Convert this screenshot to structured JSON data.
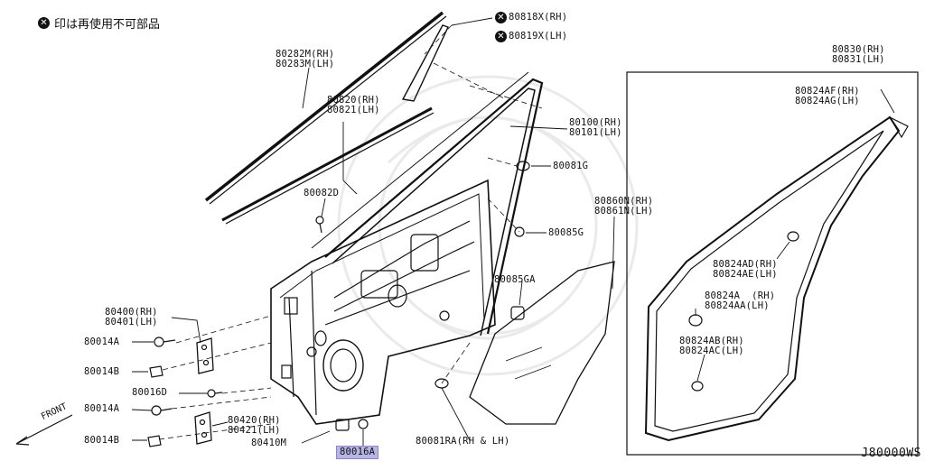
{
  "notice": {
    "text": "印は再使用不可部品",
    "icon": "x-circle-icon"
  },
  "diagram_code": "J80000WS",
  "front_label": "FRONT",
  "colors": {
    "line": "#111111",
    "highlight": "#b7b4e6",
    "background": "#ffffff"
  },
  "callouts": {
    "p80818x": "80818X(RH)",
    "p80819x": "80819X(LH)",
    "p80282m": "80282M(RH)",
    "p80283m": "80283M(LH)",
    "p80820": "80820(RH)",
    "p80821": "80821(LH)",
    "p80100": "80100(RH)",
    "p80101": "80101(LH)",
    "p80081g": "80081G",
    "p80082d": "80082D",
    "p80860n": "80860N(RH)",
    "p80861n": "80861N(LH)",
    "p80085g": "80085G",
    "p80085ga": "80085GA",
    "p80400": "80400(RH)",
    "p80401": "80401(LH)",
    "p80014a_1": "80014A",
    "p80014b_1": "80014B",
    "p80016d": "80016D",
    "p80014a_2": "80014A",
    "p80420": "80420(RH)",
    "p80421": "80421(LH)",
    "p80014b_2": "80014B",
    "p80410m": "80410M",
    "p80016a": "80016A",
    "p80081ra": "80081RA(RH & LH)",
    "p80830": "80830(RH)",
    "p80831": "80831(LH)",
    "p80824af": "80824AF(RH)",
    "p80824ag": "80824AG(LH)",
    "p80824ad": "80824AD(RH)",
    "p80824ae": "80824AE(LH)",
    "p80824a": "80824A  (RH)",
    "p80824aa": "80824AA(LH)",
    "p80824ab": "80824AB(RH)",
    "p80824ac": "80824AC(LH)"
  }
}
